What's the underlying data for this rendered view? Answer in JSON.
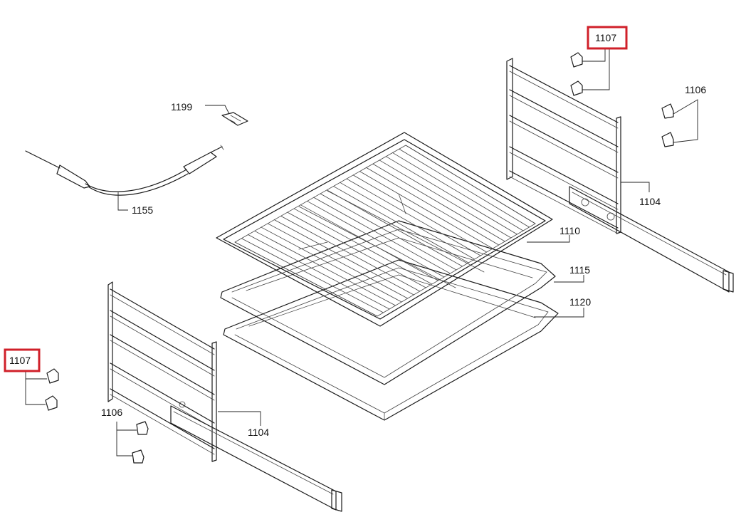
{
  "parts": {
    "rack_right_clip": "1107",
    "rack_left_clip": "1107",
    "right_hook_label": "1106",
    "left_hook_label": "1106",
    "right_rail_label": "1104",
    "left_rail_label": "1104",
    "sensor_clip_label": "1199",
    "meat_probe_label": "1155",
    "wire_rack_label": "1110",
    "baking_tray_label": "1115",
    "deep_tray_label": "1120"
  },
  "colors": {
    "highlight": "#d0202a",
    "line": "#1a1a1a"
  }
}
